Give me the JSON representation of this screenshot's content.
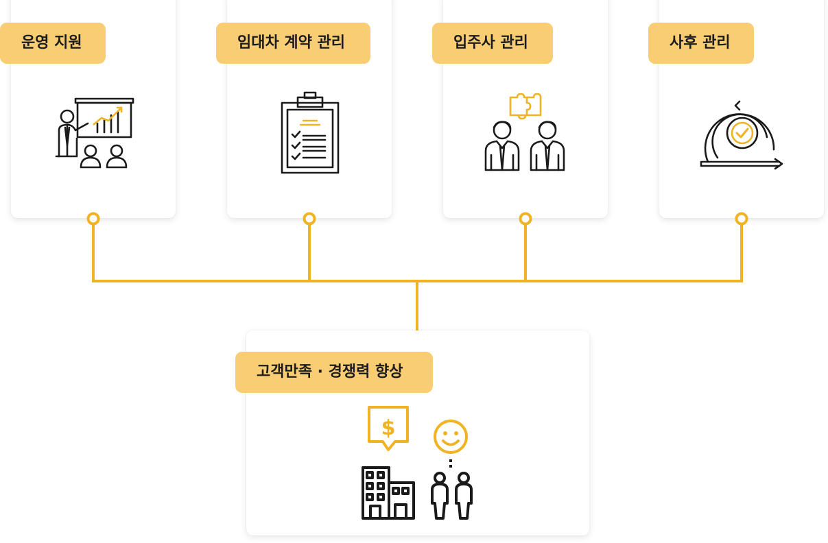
{
  "steps": [
    {
      "label": "운영 지원",
      "icon": "presentation-icon"
    },
    {
      "label": "임대차 계약 관리",
      "icon": "clipboard-checklist-icon"
    },
    {
      "label": "입주사 관리",
      "icon": "tenants-puzzle-icon"
    },
    {
      "label": "사후 관리",
      "icon": "cycle-check-icon"
    }
  ],
  "result": {
    "label": "고객만족 · 경쟁력 향상",
    "icons": [
      "building-money-icon",
      "happy-customers-icon"
    ]
  },
  "colors": {
    "accent": "#f0b323",
    "tag_bg": "#f8cd73",
    "line": "#1a1a1a"
  }
}
